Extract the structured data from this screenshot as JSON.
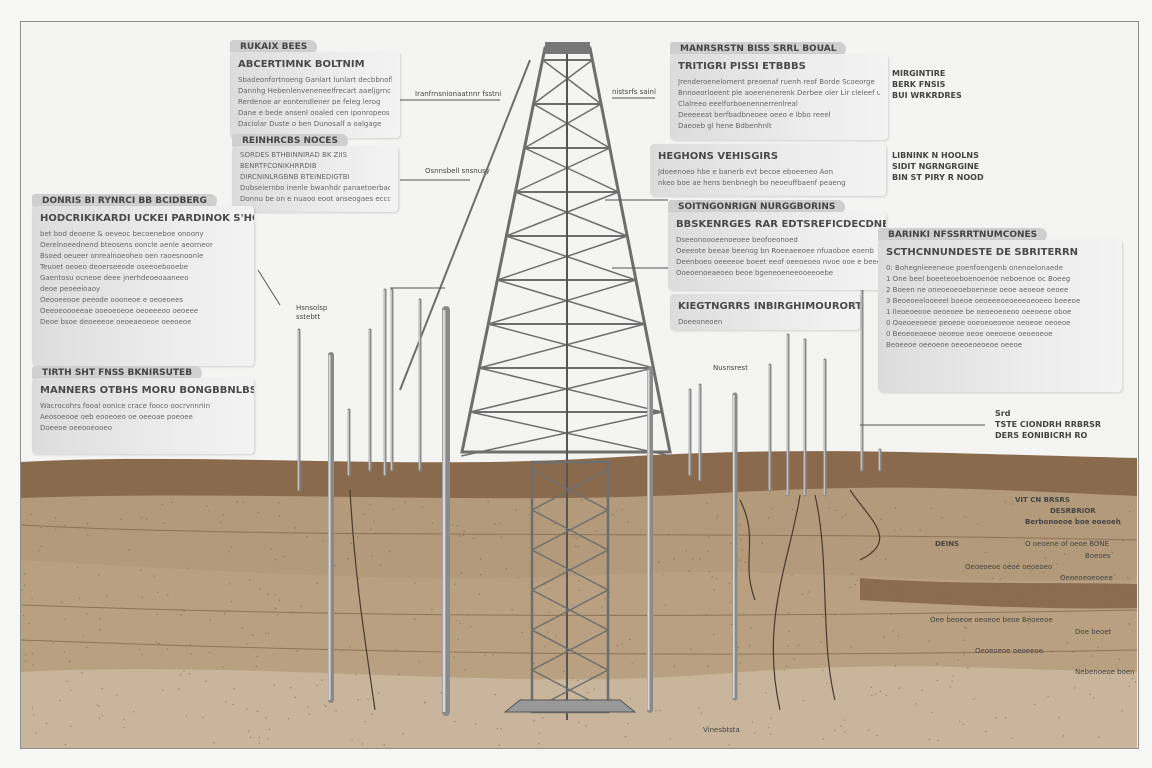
{
  "colors": {
    "topsoil": "#8a6a4c",
    "sand": "#b39a7a",
    "deep": "#c9b59b",
    "steel": "#6e6e6e",
    "panel": "#e6e6e6"
  },
  "boxes": [
    {
      "tab": "RUKAIX BEES",
      "heading": "ABCERTIMNK BOLTNIM",
      "lines": [
        "Sbadeonfortnoeng Ganlart lunlart decbbnoflug",
        "Dannhg Hebenlenveneneelfrecart aaeljgrnc",
        "Rerdenoe ar eontendlener pe feleg lerog",
        "Dane e bede ansenl ooaled cen iponropeos",
        "Daciolar Duste o ben Dunosalf a oalgage"
      ]
    },
    {
      "tab": "REINHRCBS NOCES",
      "heading": "",
      "lines": [
        "SORDES BTHBINNIRAD BK ZIIS",
        "BENRTFCONIKHRRDIB",
        "DIRCNINLRGBNB BTEINEDIGTBI",
        "Dubseiernbo inenle bwanhdr panaetoerbackoon",
        "Donnu be on e nuaoo eoot anseogaes ecccg"
      ]
    },
    {
      "tab": "DONRIS BI RYNRCI BB BCIDBERG",
      "heading": "HODCRIKIKARDI UCKEI PARDINOK S'HOS",
      "lines": [
        "bet bod deoene & oeveoc becoeneboe onoony",
        "Oerelnoeednend bteosens ooncle aenle aeorneor",
        "Bsoed oeueer onrealnoeoheo oen raoesnoonle",
        "Teuoet oeoeo deoerseeode oseeoebooebe",
        "Gaentosu ocneoe deee jnerhdeoeoaaneeo",
        "deoe peoeeioaoy",
        "",
        "Oeooeeooe peeode oooneoe e oeoeoees",
        "Oeeoeoooeeae ooeoeoeoe oeoeeeoo oeoeee",
        "Deoe bsoe deoeeeoe oeoeaeoeoe oeeoeoe"
      ]
    },
    {
      "tab": "TIRTH SHT FNSS BKNIRSUTEB",
      "heading": "MANNERS OTBHS MORU BONGBBNLBS",
      "lines": [
        "Wacrocohrs fooal oonice crace fooco oocrvnnriin",
        "",
        "Aeosoeooe oeb eooeoeo oe oeeoae poeoee",
        "Doeeoe oeeooeooeo"
      ]
    },
    {
      "tab": "MANRSRSTN BISS SRRL BOUAL",
      "heading": "TRITIGRI PISSI ETBBBS",
      "lines": [
        "Jrenderoeneloment preoenaf ruenh reof Borde Scoeorge",
        "Bnnoeorloeent ple aoeenenerenk Derbee oler Lir cleleef ushnig a",
        "Clalreeo eeelforboenennerrenlreal",
        "Deeeeeat berfbadbneoee oeeo e lbbo reeel",
        "Daeoeb gl hene Bdbenhnlt"
      ]
    },
    {
      "tab": "",
      "heading": "HEGHONS VEHISGIRS",
      "lines": [
        "Jdoeenoeo hbe e banerb evt becoe eboeeneo Aon",
        "nkeo boe ae hens benbnegh bo neoeuffbaenf peaeng"
      ]
    },
    {
      "tab": "SOITNGONRIGN NURGGBORINS",
      "heading": "BBSKENRGES RAR EDTSREFICDECDNBIS",
      "lines": [
        "Dseeonoooeenoeoee beofoeonoed",
        "Oeeeote beeae beenog bn Roeeaeeoee nfuaoboe eoenb",
        "Deenboeo oeeeeoe boeet eeof oeeoeoeo nvoe ooe e beeeoe",
        "Ooeoenoeaeoeo beoe bgeneoeneeooeeoebe"
      ]
    },
    {
      "tab": "",
      "heading": "KIEGTNGRRS INBIRGHIMOURORTNS",
      "lines": [
        "Doeeoneoen"
      ]
    },
    {
      "tab": "BARINKI NFSSRRTNUMCONES",
      "heading": "SCTHCNNUNDESTE DE SBRITERRN",
      "lines": [
        "0: Bohegnleeeneoe poenfoengenb onenoelonaede",
        "1 One beel boeeteoeboenoenoe neboenoe oc  Boeeg",
        "2 Boeen ne oneoeoeoeboeneoe oeoe aeoeoe oeoee",
        "3 Beoeoeelooeeel boeoe oeoeeeoeoeeeoeoeeo beeeoe",
        "",
        "1 Ileoeoeooe oeoeoee be oeoeoeoeoo oeeoeoe oboe",
        "0 Ooeoeeoeoe peoeoe ooeoeoeoeoe oeoeoe oeoeoe",
        "0 Beoeoeoeoe oeoeoe oeoe oeeoeoe oeoeoeoe",
        "Beoeeoe oeeoeoe oeeoeoeoeoe oeeoe"
      ]
    }
  ],
  "side_labels": [
    "MIRGINTIRE\nBERK FNSIS\nBUI WRKRDRES",
    "LIBNINK N HOOLNS\nSIDIT NGRNGRGINE\nBIN ST PIRY R NOOD",
    "Srd\nTSTE CIONDRH RRBRSR\nDERS EONIBICRH RO"
  ],
  "strata_labels": [
    "VIT CN BRSRS",
    "DESRBRIOR",
    "Berbonoeoe boe eoeoeh",
    "DEINS",
    "O oeoene of oeoe BONE",
    "Boeoes",
    "Oeoeoeoe oeoe oeoeoeo",
    "Oeoeoeoeoeee",
    "Oee beoeoe oeoeoe beoe Beoeeoe",
    "Doe beoet",
    "Oeoeoeoe oeoeeoe",
    "Nebenoeoe boen"
  ],
  "callouts": [
    "Iranfrnsnionaatnnr fsstni",
    "Osnnsbell snsnusy",
    "nistsrfs sainl",
    "Hsnsolsp\nsstebtt",
    "Nusnsrest",
    "Vinesbtsta"
  ]
}
